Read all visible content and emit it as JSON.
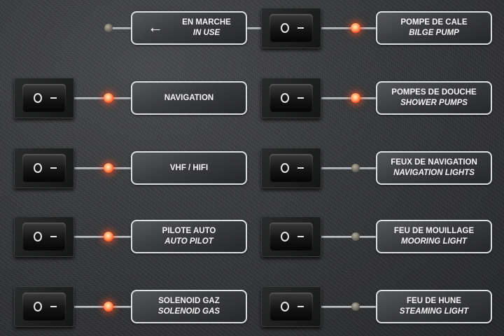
{
  "panel": {
    "in_use": {
      "fr": "EN MARCHE",
      "en": "IN USE",
      "icon": "arrow-left-icon",
      "led_on": false
    },
    "circuits": [
      {
        "fr": "NAVIGATION",
        "en": "",
        "led_on": true
      },
      {
        "fr": "VHF / HIFI",
        "en": "",
        "led_on": true
      },
      {
        "fr": "PILOTE AUTO",
        "en": "AUTO PILOT",
        "led_on": true
      },
      {
        "fr": "SOLENOID GAZ",
        "en": "SOLENOID GAS",
        "led_on": true
      },
      {
        "fr": "POMPE DE CALE",
        "en": "BILGE PUMP",
        "led_on": true
      },
      {
        "fr": "POMPES DE DOUCHE",
        "en": "SHOWER PUMPS",
        "led_on": true
      },
      {
        "fr": "FEUX DE NAVIGATION",
        "en": "NAVIGATION LIGHTS",
        "led_on": false
      },
      {
        "fr": "FEU DE MOUILLAGE",
        "en": "MOORING LIGHT",
        "led_on": false
      },
      {
        "fr": "FEU DE HUNE",
        "en": "STEAMING LIGHT",
        "led_on": false
      }
    ]
  }
}
